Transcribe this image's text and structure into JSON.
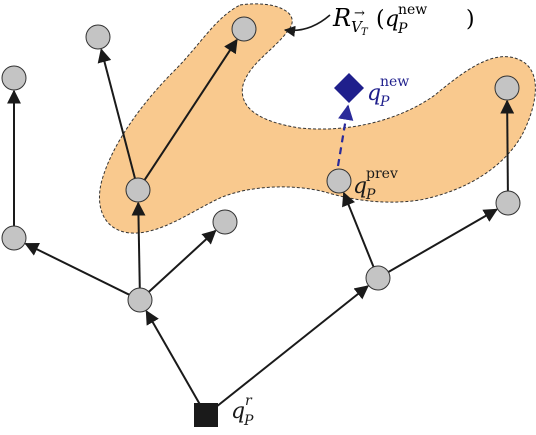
{
  "colors": {
    "region_fill": "#f9c98e",
    "region_stroke": "#333333",
    "node_fill": "#c4c4c4",
    "node_stroke": "#333333",
    "edge": "#1a1a1a",
    "root": "#1a1a1a",
    "new_node": "#1f1f8c",
    "new_edge": "#2a2a9a"
  },
  "labels": {
    "region": {
      "script": "R",
      "sub": "V",
      "subsub": "T",
      "arrow": "→",
      "paren_open": "(",
      "q": "q",
      "q_sub": "P",
      "q_sup": "new",
      "paren_close": ")"
    },
    "prev": {
      "q": "q",
      "sub": "P",
      "sup": "prev"
    },
    "new": {
      "q": "q",
      "sub": "P",
      "sup": "new"
    },
    "root": {
      "q": "q",
      "sub": "P",
      "sup": "r"
    }
  },
  "icons": {
    "root_marker": "black-square-icon",
    "new_marker": "diamond-icon",
    "node_marker": "gray-circle-icon"
  }
}
